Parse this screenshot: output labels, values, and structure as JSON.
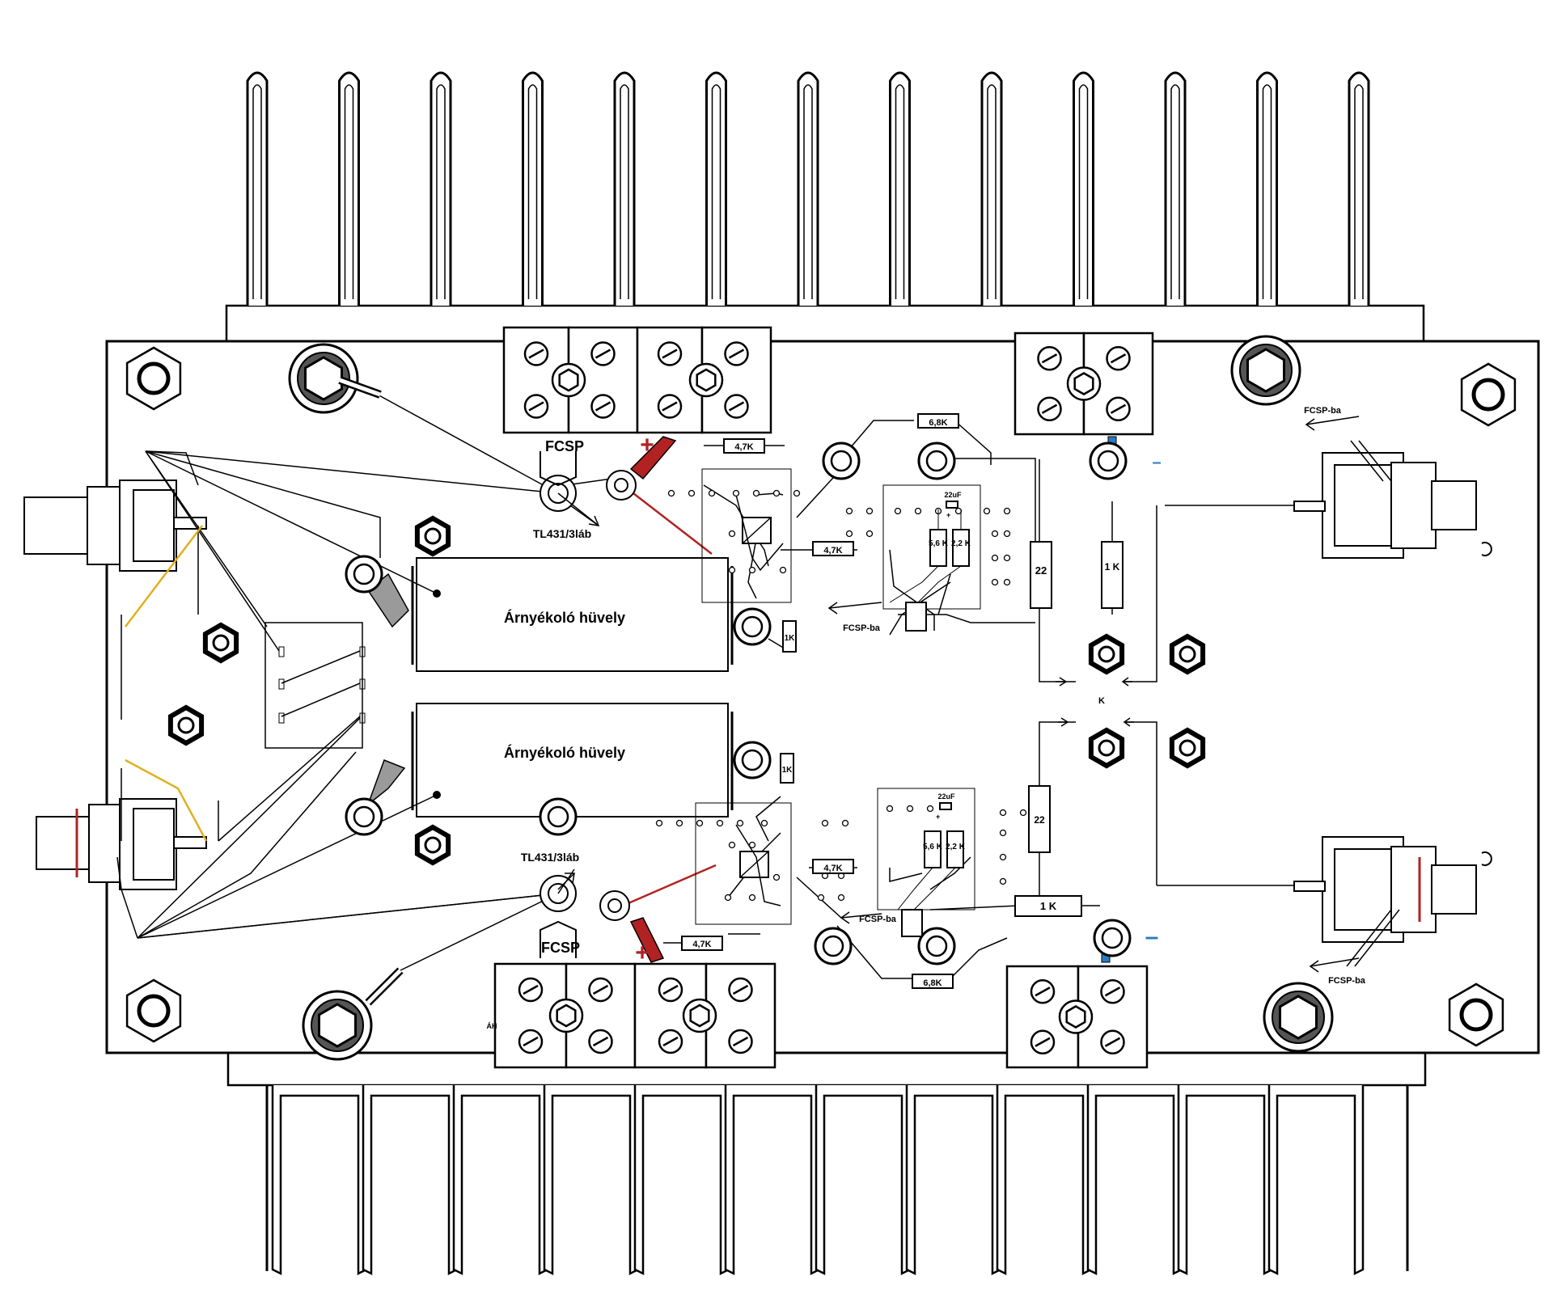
{
  "labels": {
    "shield_sleeve_top": "Árnyékoló hüvely",
    "shield_sleeve_bottom": "Árnyékoló hüvely",
    "fcsp_top": "FCSP",
    "fcsp_bottom": "FCSP",
    "tl431_top": "TL431/3láb",
    "tl431_bottom": "TL431/3láb",
    "fcsp_ba_right_top": "FCSP-ba",
    "fcsp_ba_right_bottom": "FCSP-ba",
    "fcsp_ba_mid_top": "FCSP-ba",
    "fcsp_ba_mid_bottom": "FCSP-ba",
    "plus_top": "+",
    "plus_bottom": "+",
    "minus_top": "–",
    "minus_bottom": "–",
    "k_mid": "K",
    "ah_bottom": "ÁH"
  },
  "components": {
    "r_4k7_top_a": "4,7K",
    "r_4k7_top_b": "4,7K",
    "r_4k7_bot_a": "4,7K",
    "r_4k7_bot_b": "4,7K",
    "r_6k8_top": "6,8K",
    "r_6k8_bot": "6,8K",
    "r_22_top": "22",
    "r_22_bot": "22",
    "r_1k_top_v": "1 K",
    "r_1k_bot_h": "1 K",
    "r_1k_small_top": "1K",
    "r_1k_small_bot": "1K",
    "c_22uf_top": "22uF",
    "c_22uf_bot": "22uF",
    "r_5k6_top": "5,6 K",
    "r_2k2_top": "2,2 K",
    "r_5k6_bot": "5,6 K",
    "r_2k2_bot": "2,2 K",
    "cap_polarity": "+"
  },
  "colors": {
    "red_wire": "#b22222",
    "yellow_wire": "#e0b020",
    "blue_wire": "#2b7bbf",
    "grey_fill": "#9a9a9a",
    "ink": "#000000"
  }
}
